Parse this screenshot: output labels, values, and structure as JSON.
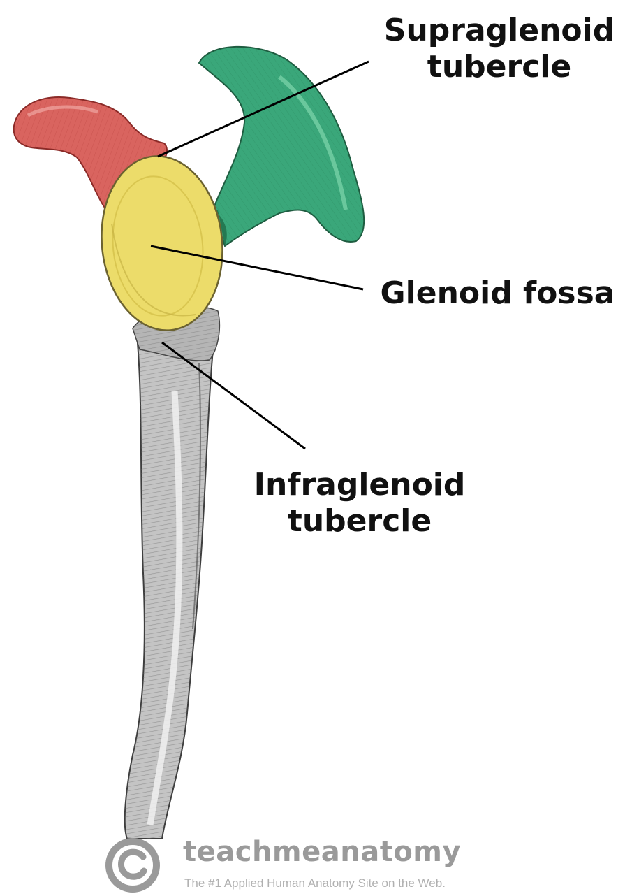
{
  "labels": {
    "supraglenoid": [
      "Supraglenoid",
      "tubercle"
    ],
    "glenoid": "Glenoid fossa",
    "infraglenoid": [
      "Infraglenoid",
      "tubercle"
    ]
  },
  "regions": {
    "coracoid_color": "#d9645f",
    "acromion_color": "#3aa77a",
    "glenoid_color": "#ecdc6a",
    "bone_color": "#bdbdbd"
  },
  "watermark": {
    "brand": "teachmeanatomy",
    "tagline": "The #1 Applied Human Anatomy Site on the Web.",
    "logo_icon": "copyright-icon"
  }
}
